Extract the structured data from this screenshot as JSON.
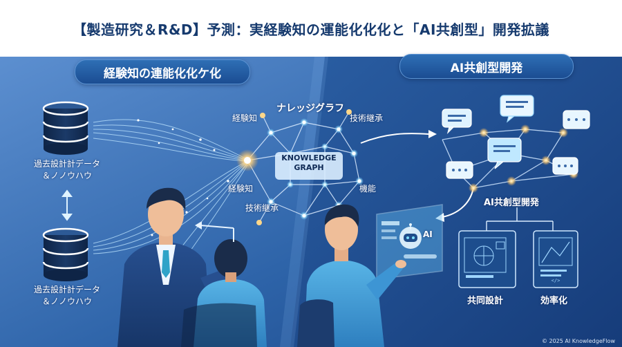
{
  "header": {
    "title": "【製造研究＆R&D】予測：実経験知の運能化化化と「AI共創型」開発拡議"
  },
  "left_section": {
    "pill_label": "経験知の連能化化ケ化",
    "db_top_label": "過去設計計データ",
    "db_top_label_2": "＆ノノウハウ",
    "db_bottom_label": "過去設計計データ",
    "db_bottom_label_2": "＆ノノウハウ"
  },
  "knowledge_graph": {
    "heading": "ナレッジグラフ",
    "center_line1": "KNOWLEDGE",
    "center_line2": "GRAPH",
    "nodes": {
      "top_left": "経験知",
      "top_right": "技術継承",
      "mid_left": "経験知",
      "mid_right": "機能",
      "bottom": "技術継承"
    }
  },
  "right_section": {
    "pill_label": "AI共創型開発",
    "network_label": "AI共創型開発",
    "screen_label": "AI",
    "doc1_label": "共同設計",
    "doc2_label": "効率化"
  },
  "footer": {
    "copyright": "© 2025 AI KnowledgeFlow"
  },
  "colors": {
    "title": "#163a6e",
    "bg_left": "#2b62a8",
    "bg_right": "#1d4a8e",
    "glow": "#ffe7b0",
    "cyan": "#9fe3ff"
  }
}
